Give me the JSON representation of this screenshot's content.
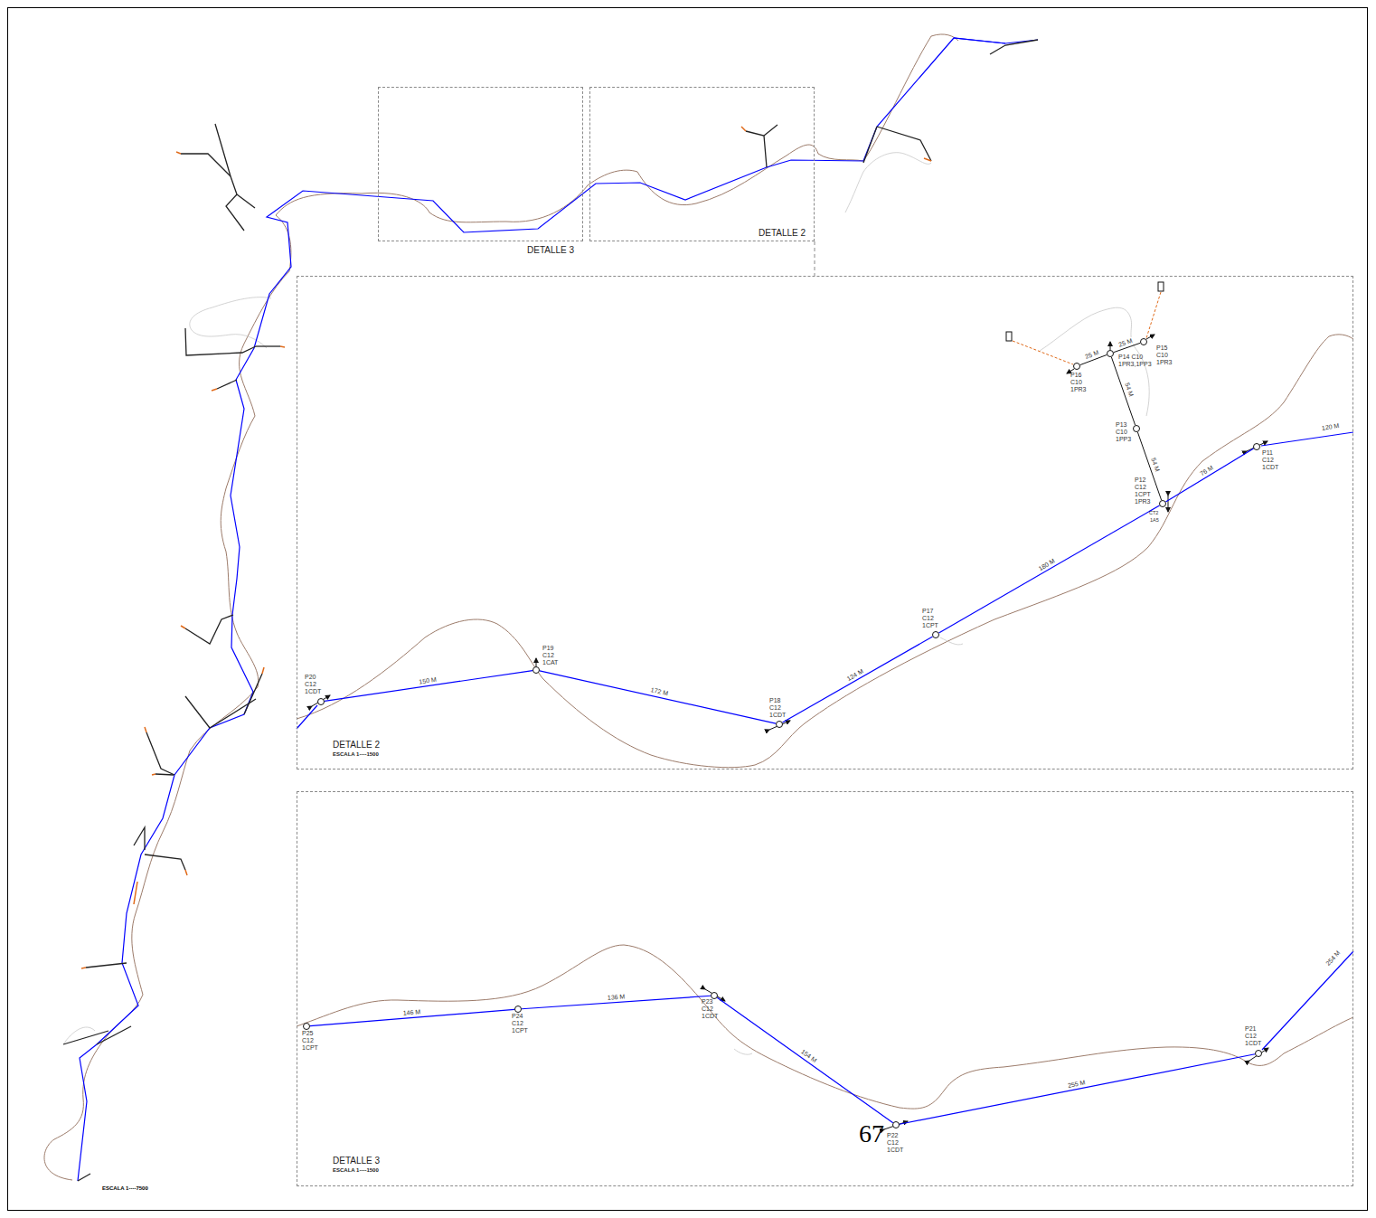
{
  "diagram": {
    "nodes": [
      {
        "text": [
          "DETALLE 3"
        ]
      },
      {
        "text": [
          "DETALLE 2"
        ]
      },
      {
        "text": [
          "DETALLE 2",
          "ESCALA 1----1500"
        ]
      },
      {
        "text": [
          "P20 C12 1CDT"
        ],
        "in": 2
      },
      {
        "text": [
          "P19 C12 1CAT"
        ],
        "in": 2
      },
      {
        "text": [
          "P18 C12 1CDT"
        ],
        "in": 2
      },
      {
        "text": [
          "P17 C12 1CPT"
        ],
        "in": 2
      },
      {
        "text": [
          "P16 C10 1PR3"
        ],
        "in": 2
      },
      {
        "text": [
          "P15 C10 1PR3"
        ],
        "in": 2
      },
      {
        "text": [
          "P14 C10 1PR3,1PP3"
        ],
        "in": 2
      },
      {
        "text": [
          "P13 C10 1PP3"
        ],
        "in": 2
      },
      {
        "text": [
          "P12 C12 1CPT 1PR3"
        ],
        "in": 2
      },
      {
        "text": [
          "P11 C12 1CDT"
        ],
        "in": 2
      },
      {
        "text": [
          "DETALLE 3",
          "ESCALA 1----1500"
        ]
      },
      {
        "text": [
          "P25 C12 1CPT"
        ],
        "in": 13
      },
      {
        "text": [
          "P24 C12 1CPT"
        ],
        "in": 13
      },
      {
        "text": [
          "P23 C12 1CDT"
        ],
        "in": 13
      },
      {
        "text": [
          "P22 C12 1CDT"
        ],
        "in": 13
      },
      {
        "text": [
          "P21 C12 1CDT"
        ],
        "in": 13
      }
    ],
    "edges": [
      {
        "from": 3,
        "to": 4,
        "label": "150 M",
        "arrow": "none"
      },
      {
        "from": 4,
        "to": 5,
        "label": "172 M",
        "arrow": "none"
      },
      {
        "from": 5,
        "to": 6,
        "label": "124 M",
        "arrow": "none"
      },
      {
        "from": 6,
        "to": 11,
        "label": "180 M",
        "arrow": "none"
      },
      {
        "from": 11,
        "to": 12,
        "label": "76 M",
        "arrow": "none"
      },
      {
        "from": 11,
        "to": 10,
        "label": "54 M",
        "arrow": "none"
      },
      {
        "from": 10,
        "to": 9,
        "label": "54 M",
        "arrow": "none"
      },
      {
        "from": 9,
        "to": 8,
        "label": "25 M",
        "arrow": "none"
      },
      {
        "from": 9,
        "to": 7,
        "label": "25 M",
        "arrow": "none"
      },
      {
        "from": 14,
        "to": 15,
        "label": "146 M",
        "arrow": "none"
      },
      {
        "from": 15,
        "to": 16,
        "label": "136 M",
        "arrow": "none"
      },
      {
        "from": 16,
        "to": 17,
        "label": "154 M",
        "arrow": "none"
      },
      {
        "from": 17,
        "to": 18,
        "label": "255 M",
        "arrow": "none"
      }
    ],
    "labels": [
      "120 M",
      "254 M",
      "CT2",
      "1A5",
      "67",
      "ESCALA 1----7500"
    ]
  }
}
